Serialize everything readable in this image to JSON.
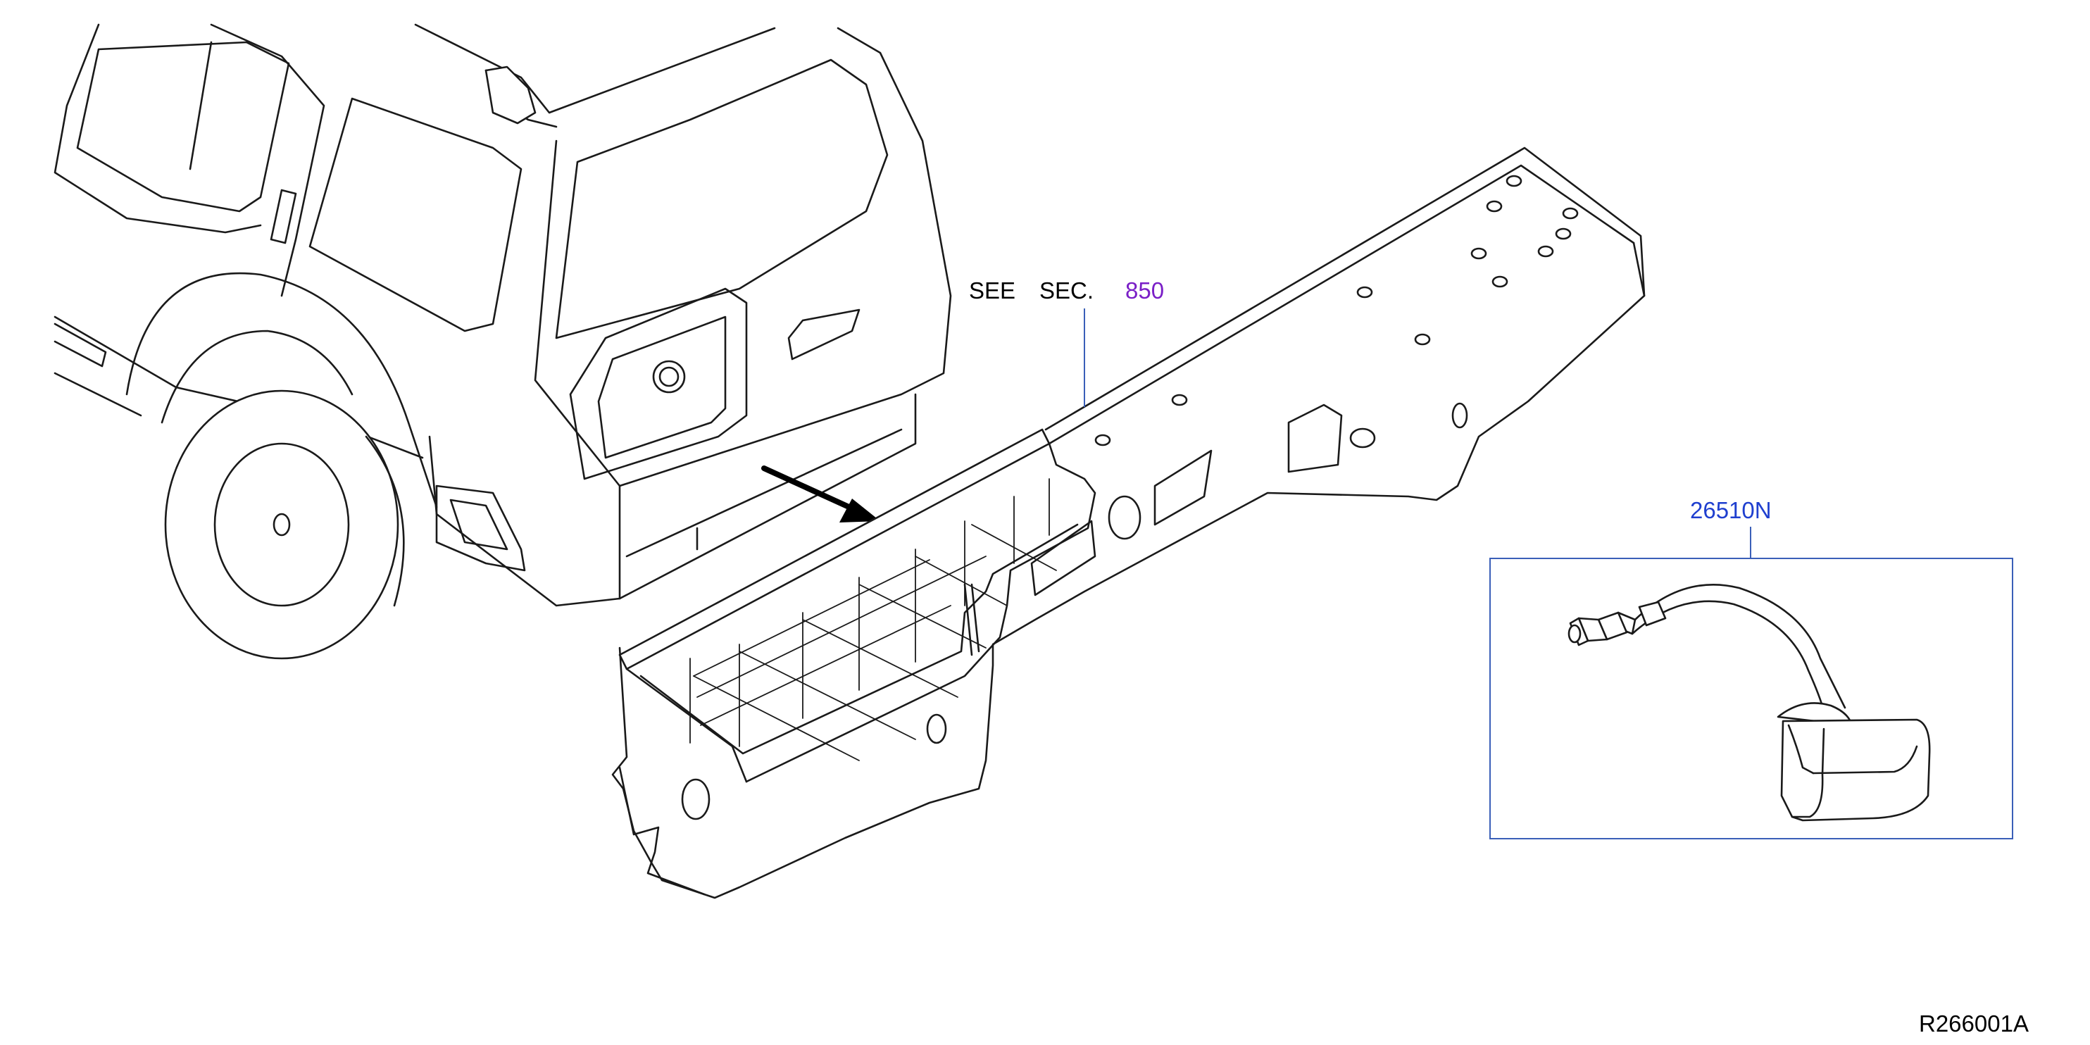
{
  "callouts": {
    "see": "SEE",
    "sec": "SEC.",
    "section_number": "850",
    "part_number": "26510N"
  },
  "drawing_id": "R266001A",
  "colors": {
    "line": "#1a1a1a",
    "section_ref": "#7a1fc7",
    "part_ref": "#1f3fcf",
    "leader": "#3a5fb8"
  }
}
